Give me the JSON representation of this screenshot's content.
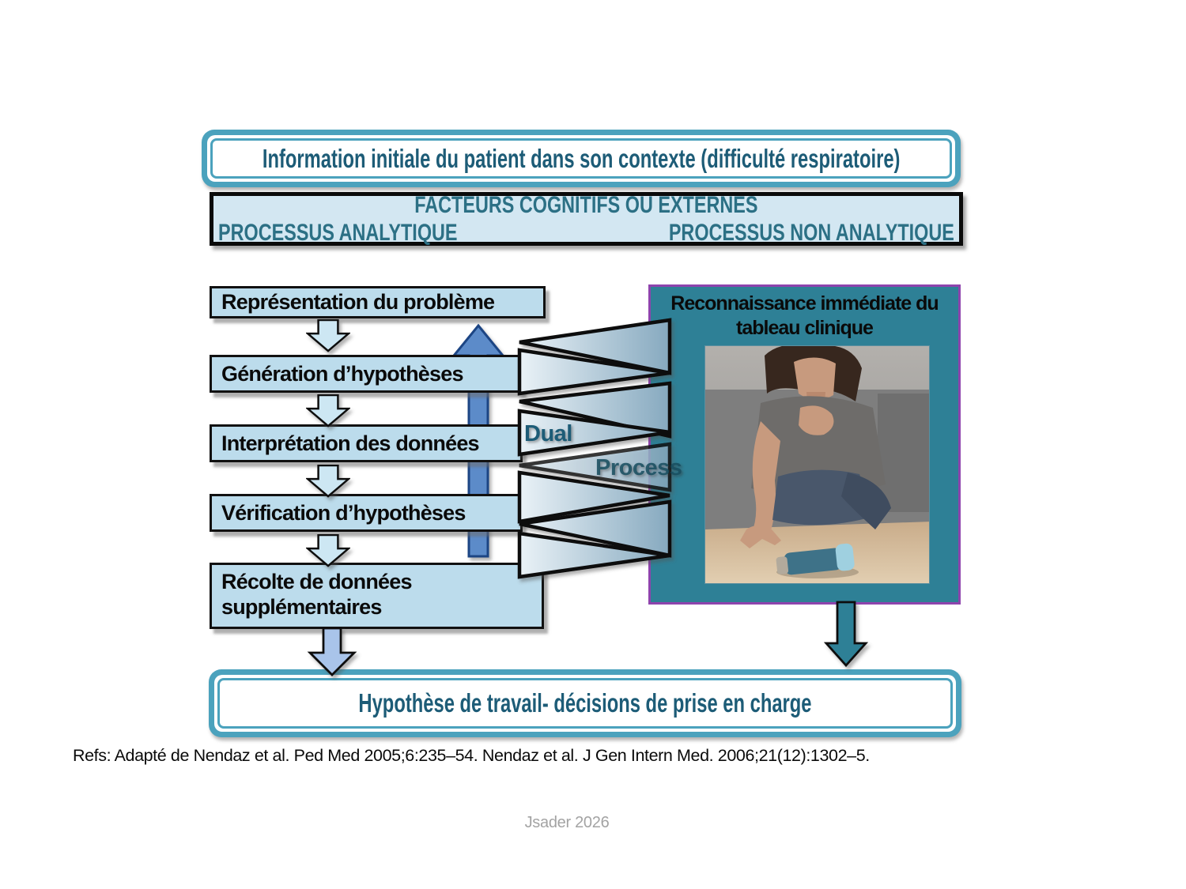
{
  "slide": {
    "title": "Information initiale du patient dans son contexte (difficulté respiratoire)",
    "factors": {
      "line1": "FACTEURS COGNITIFS OU EXTERNES",
      "left": "PROCESSUS ANALYTIQUE",
      "right": "PROCESSUS NON ANALYTIQUE"
    },
    "steps": [
      "Représentation du problème",
      "Génération d’hypothèses",
      "Interprétation des données",
      "Vérification d’hypothèses",
      "Récolte de données supplémentaires"
    ],
    "dual": "Dual",
    "process": "Process",
    "recognition_title": "Reconnaissance immédiate du tableau clinique",
    "photo_description": "woman-with-breathing-difficulty-reaching-for-inhaler",
    "bottom": "Hypothèse de travail- décisions de prise en charge",
    "refs": "Refs: Adapté de Nendaz et al. Ped Med 2005;6:235–54. Nendaz et al. J Gen Intern Med. 2006;21(12):1302–5.",
    "footer": "Jsader 2026"
  },
  "colors": {
    "accent": "#4BA2BD",
    "dark-teal": "#1D5C77",
    "factors-bg": "#D3E7F2",
    "factors-text": "#2C7085",
    "step-bg": "#BCDCEC",
    "panel-teal": "#2E8096",
    "panel-border": "#8E44AD",
    "up-arrow": "#5B8BC9",
    "small-arrow": "#CDE7F3",
    "big-arrow": "#A9C4EA"
  }
}
